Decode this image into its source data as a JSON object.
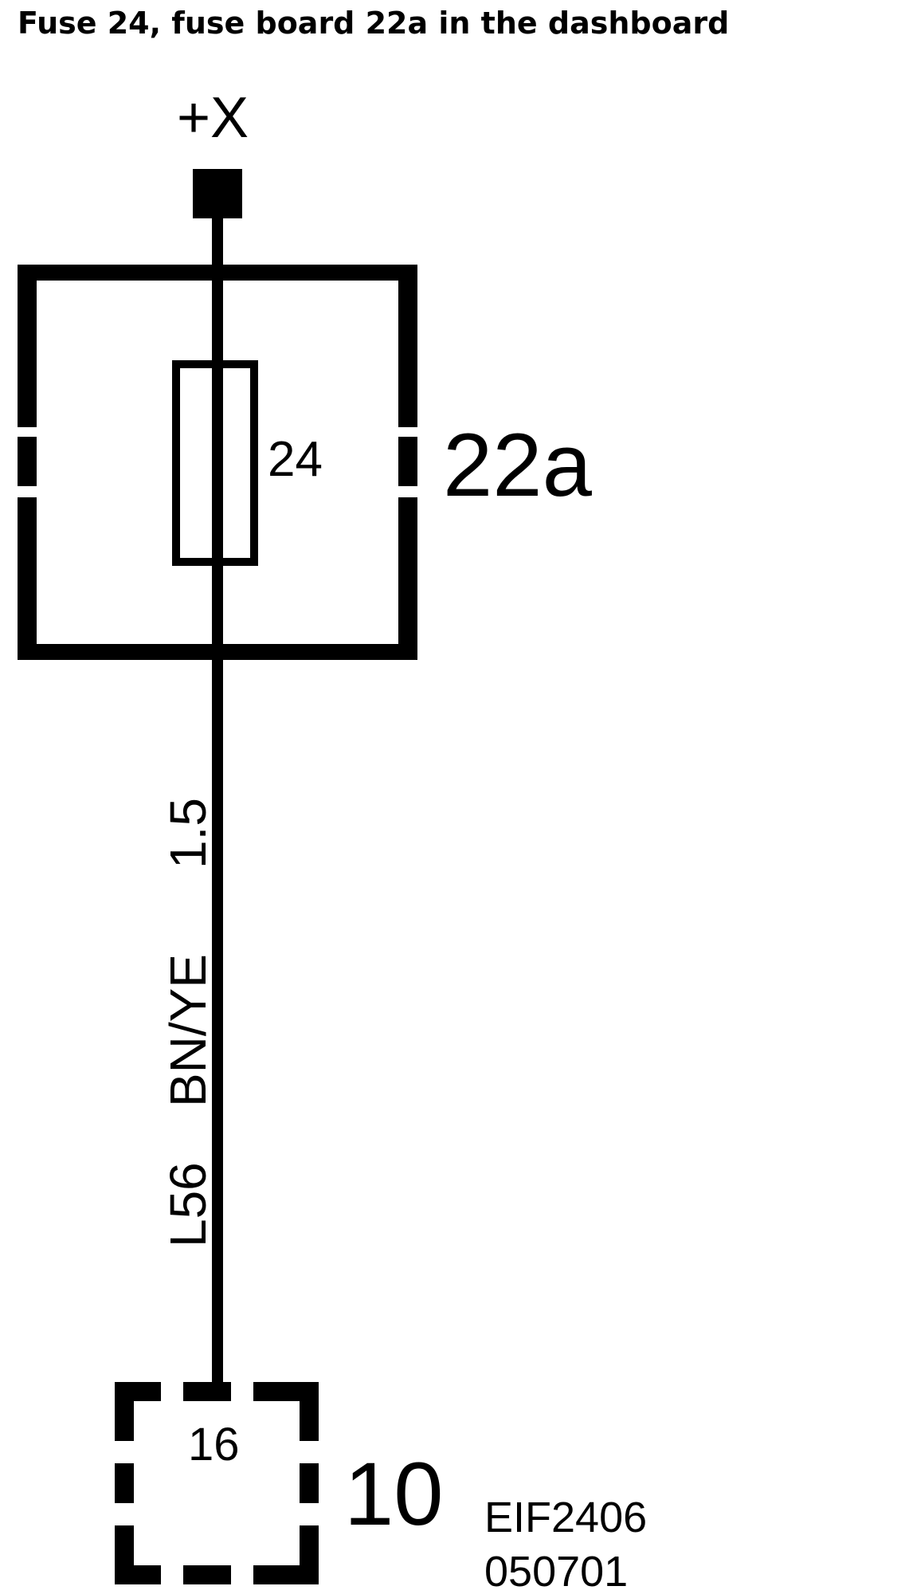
{
  "title": "Fuse 24, fuse board 22a in the dashboard",
  "supply": {
    "label": "+X"
  },
  "fuse_board": {
    "id": "22a",
    "fuse_number": "24"
  },
  "wire": {
    "circuit": "L56",
    "color_code": "BN/YE",
    "cross_section": "1.5"
  },
  "connector": {
    "id": "10",
    "pin": "16"
  },
  "drawing_ref": {
    "code": "EIF2406",
    "date": "050701"
  },
  "colors": {
    "ink": "#000000",
    "background": "#ffffff"
  }
}
